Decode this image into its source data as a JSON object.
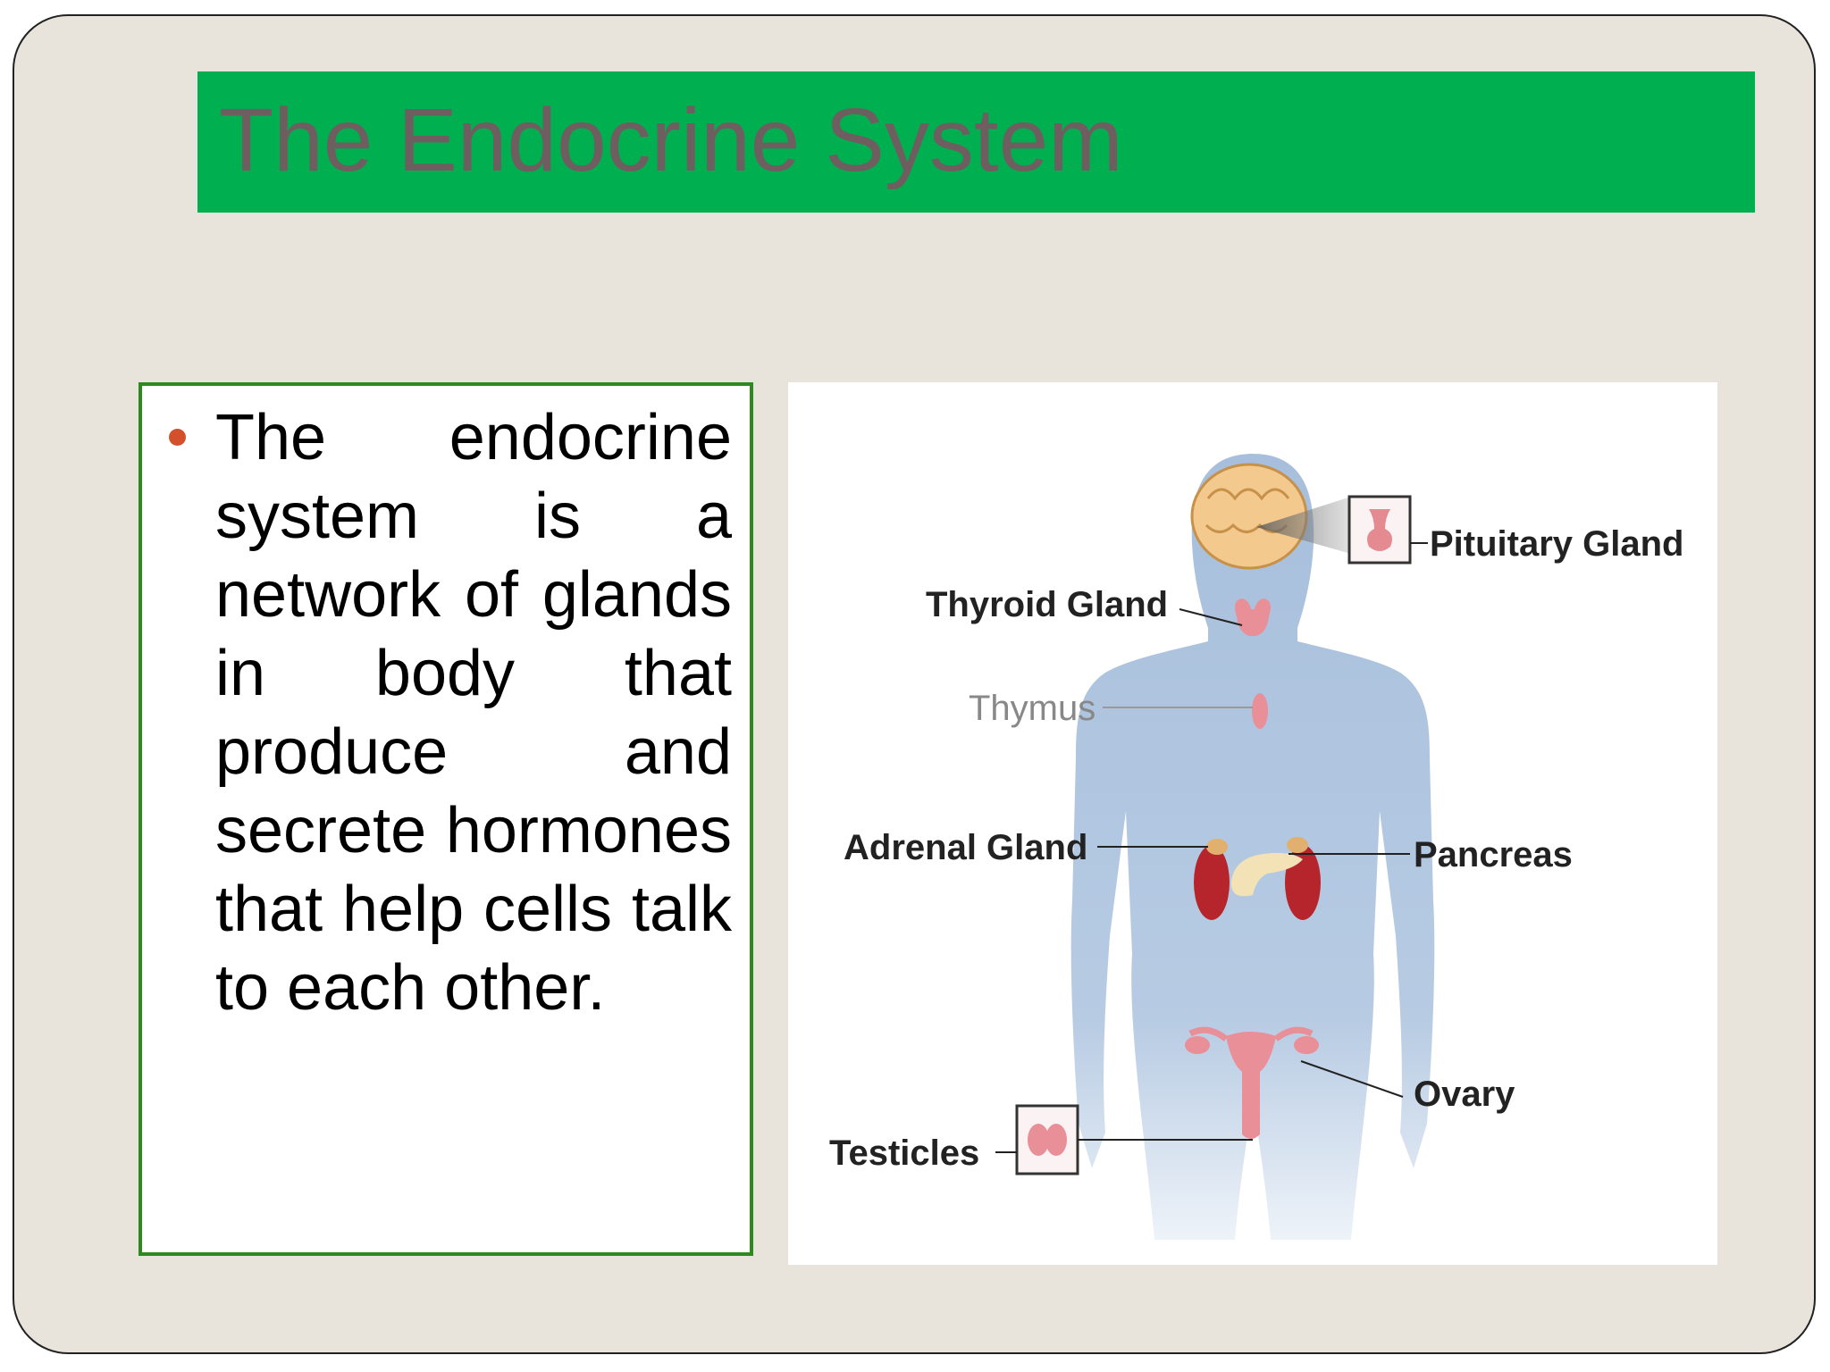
{
  "slide": {
    "title": "The Endocrine System",
    "bullet_text": "The endocrine system is a network of glands in body that produce and secrete hormones that help cells talk to each other."
  },
  "figure": {
    "labels": {
      "pituitary": "Pituitary Gland",
      "thyroid": "Thyroid Gland",
      "thymus": "Thymus",
      "adrenal": "Adrenal Gland",
      "pancreas": "Pancreas",
      "ovary": "Ovary",
      "testicles": "Testicles"
    }
  },
  "colors": {
    "title_bar": "#00b050",
    "title_text": "#6e5e60",
    "slide_background": "#e8e4dc",
    "text_box_border": "#2d8a1e",
    "bullet": "#d4502a",
    "body_silhouette": "#a7bfdc"
  }
}
